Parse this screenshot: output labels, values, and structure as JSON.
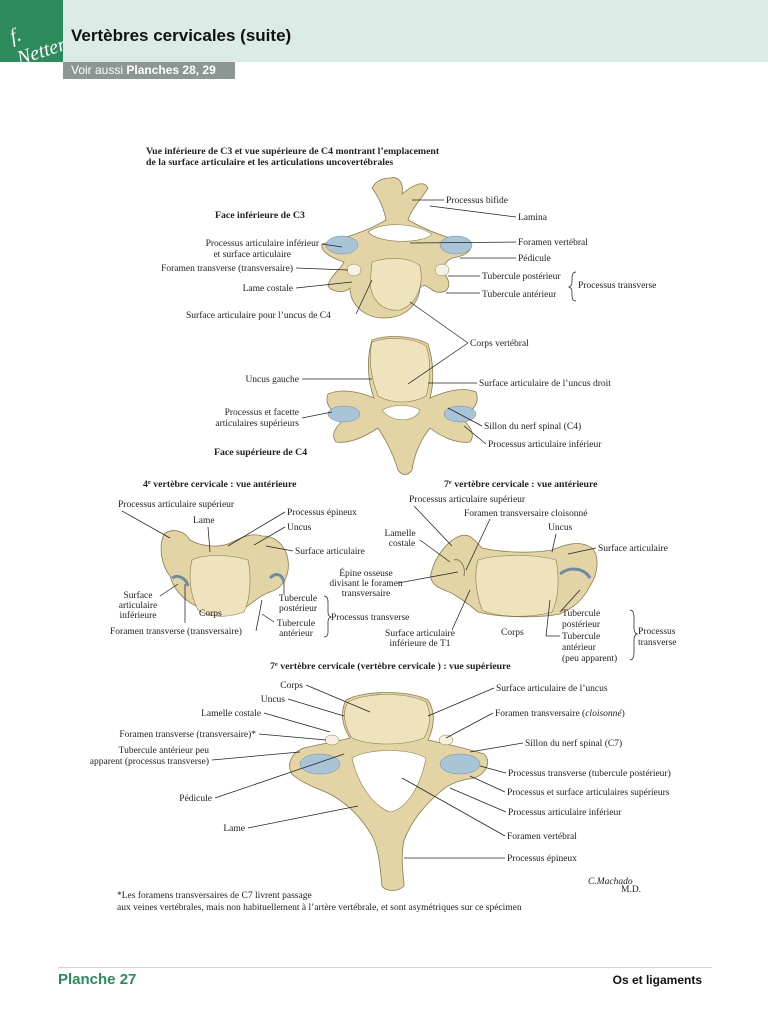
{
  "header": {
    "logo_text": "f. Netter",
    "title": "Vertèbres cervicales (suite)",
    "see_also_prefix": "Voir aussi",
    "see_also_plates": "Planches 28, 29"
  },
  "top_title": {
    "line1": "Vue inférieure de C3 et vue supérieure de C4 montrant l’emplacement",
    "line2": "de la surface articulaire et les articulations uncovertébrales"
  },
  "c3_inferior": {
    "heading": "Face inférieure de C3",
    "labels": {
      "processus_bifide": "Processus bifide",
      "lamina": "Lamina",
      "foramen_vertebral": "Foramen vertébral",
      "pedicule": "Pédicule",
      "tubercule_posterieur": "Tubercule postérieur",
      "tubercule_anterieur": "Tubercule antérieur",
      "processus_transverse": "Processus transverse",
      "proc_art_inf_1": "Processus articulaire inférieur",
      "proc_art_inf_2": "et surface articulaire",
      "foramen_transverse": "Foramen transverse (transversaire)",
      "lame_costale": "Lame costale",
      "surface_uncus_c4": "Surface articulaire pour l’uncus de C4"
    }
  },
  "c4_superior": {
    "heading": "Face supérieure de C4",
    "labels": {
      "corps_vertebral": "Corps vertébral",
      "uncus_gauche": "Uncus gauche",
      "surface_uncus_droit": "Surface articulaire de l’uncus droit",
      "proc_facette_1": "Processus et facette",
      "proc_facette_2": "articulaires supérieurs",
      "sillon": "Sillon du nerf spinal (C4)",
      "proc_art_inf": "Processus articulaire inférieur"
    }
  },
  "c4_anterior": {
    "heading_sup": "e",
    "heading_num": "4",
    "heading_rest": " vertèbre cervicale : vue antérieure",
    "labels": {
      "proc_art_sup": "Processus articulaire supérieur",
      "lame": "Lame",
      "proc_epineux": "Processus épineux",
      "uncus": "Uncus",
      "surface_articulaire": "Surface articulaire",
      "surf_art_inf_1": "Surface",
      "surf_art_inf_2": "articulaire",
      "surf_art_inf_3": "inférieure",
      "corps": "Corps",
      "tub_post_1": "Tubercule",
      "tub_post_2": "postérieur",
      "tub_ant_1": "Tubercule",
      "tub_ant_2": "antérieur",
      "processus_transverse": "Processus transverse",
      "foramen_transverse": "Foramen transverse (transversaire)"
    }
  },
  "c7_anterior": {
    "heading_num": "7",
    "heading_sup": "e",
    "heading_rest": " vertèbre cervicale : vue antérieure",
    "labels": {
      "proc_art_sup": "Processus articulaire supérieur",
      "foramen_cloisonne": "Foramen transversaire cloisonné",
      "lamelle_1": "Lamelle",
      "lamelle_2": "costale",
      "uncus": "Uncus",
      "surface_articulaire": "Surface articulaire",
      "epine_1": "Épine osseuse",
      "epine_2": "divisant le foramen",
      "epine_3": "transversaire",
      "surf_t1_1": "Surface articulaire",
      "surf_t1_2": "inférieure de T1",
      "corps": "Corps",
      "tub_post_1": "Tubercule",
      "tub_post_2": "postérieur",
      "tub_ant_1": "Tubercule",
      "tub_ant_2": "antérieur",
      "tub_ant_3": "(peu apparent)",
      "proc_transverse_1": "Processus",
      "proc_transverse_2": "transverse"
    }
  },
  "c7_superior": {
    "heading_num": "7",
    "heading_sup": "e",
    "heading_rest": " vertèbre cervicale (vertèbre cervicale ) : vue supérieure",
    "labels": {
      "corps": "Corps",
      "uncus": "Uncus",
      "lamelle_costale": "Lamelle costale",
      "foramen_transverse": "Foramen transverse (transversaire)*",
      "tub_ant_1": "Tubercule antérieur peu",
      "tub_ant_2": "apparent (processus transverse)",
      "pedicule": "Pédicule",
      "lame": "Lame",
      "surface_uncus": "Surface articulaire de l’uncus",
      "foramen_cloisonne_pre": "Foramen transversaire (",
      "foramen_cloisonne_it": "cloisonné",
      "foramen_cloisonne_post": ")",
      "sillon": "Sillon du nerf spinal (C7)",
      "proc_transverse": "Processus transverse (tubercule postérieur)",
      "proc_surf_sup": "Processus et surface articulaires supérieurs",
      "proc_art_inf": "Processus articulaire inférieur",
      "foramen_vertebral": "Foramen vertébral",
      "proc_epineux": "Processus épineux"
    }
  },
  "signature": "C.Machado",
  "signature_md": "M.D.",
  "footnote": {
    "line1": "*Les foramens transversaires de C7 livrent passage",
    "line2": "aux veines vertébrales, mais non habituellement à l’artère vertébrale, et sont asymétriques sur ce spécimen"
  },
  "footer": {
    "plate": "Planche 27",
    "section": "Os et ligaments"
  },
  "colors": {
    "brand_green": "#2c8a5b",
    "header_bg": "#dcebe5",
    "bone": "#e3d4a6",
    "cartilage": "#a9c4d6"
  }
}
